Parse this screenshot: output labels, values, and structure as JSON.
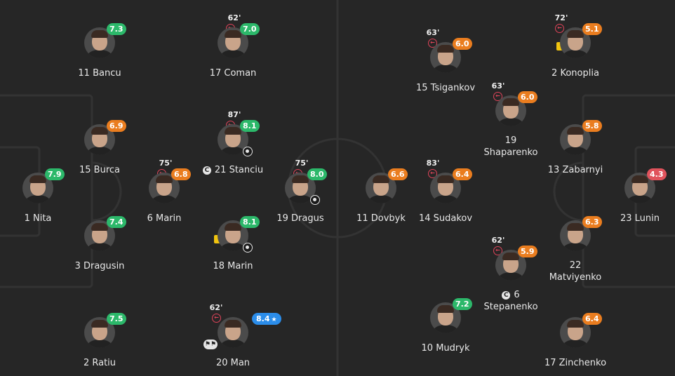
{
  "colors": {
    "green": "#2cb86a",
    "orange": "#ea7d1f",
    "blue": "#2b8dea",
    "red": "#e0535c",
    "pitch": "#262626",
    "lines": "#333333"
  },
  "players": [
    {
      "number": "11",
      "name": "Bancu",
      "rating": "7.3",
      "ratingColor": "green"
    },
    {
      "number": "17",
      "name": "Coman",
      "rating": "7.0",
      "ratingColor": "green",
      "minute": "62'",
      "subOff": true
    },
    {
      "number": "15",
      "name": "Burca",
      "rating": "6.9",
      "ratingColor": "orange"
    },
    {
      "number": "21",
      "name": "Stanciu",
      "rating": "8.1",
      "ratingColor": "green",
      "minute": "87'",
      "subOff": true,
      "goal": true,
      "captain": true
    },
    {
      "number": "1",
      "name": "Nita",
      "rating": "7.9",
      "ratingColor": "green"
    },
    {
      "number": "6",
      "name": "Marin",
      "rating": "6.8",
      "ratingColor": "orange",
      "minute": "75'",
      "subOff": true
    },
    {
      "number": "19",
      "name": "Dragus",
      "rating": "8.0",
      "ratingColor": "green",
      "minute": "75'",
      "subOff": true,
      "goal": true
    },
    {
      "number": "3",
      "name": "Dragusin",
      "rating": "7.4",
      "ratingColor": "green"
    },
    {
      "number": "18",
      "name": "Marin",
      "rating": "8.1",
      "ratingColor": "green",
      "yellow": true,
      "goal": true
    },
    {
      "number": "2",
      "name": "Ratiu",
      "rating": "7.5",
      "ratingColor": "green"
    },
    {
      "number": "20",
      "name": "Man",
      "rating": "8.4",
      "ratingColor": "blue",
      "minute": "62'",
      "subOff": true,
      "assist": true,
      "star": true
    },
    {
      "number": "15",
      "name": "Tsigankov",
      "rating": "6.0",
      "ratingColor": "orange",
      "minute": "63'",
      "subOff": true
    },
    {
      "number": "2",
      "name": "Konoplia",
      "rating": "5.1",
      "ratingColor": "orange",
      "minute": "72'",
      "subOff": true,
      "yellow": true
    },
    {
      "number": "19",
      "name": "Shaparenko",
      "rating": "6.0",
      "ratingColor": "orange",
      "minute": "63'",
      "subOff": true,
      "twoLine": true
    },
    {
      "number": "13",
      "name": "Zabarnyi",
      "rating": "5.8",
      "ratingColor": "orange"
    },
    {
      "number": "11",
      "name": "Dovbyk",
      "rating": "6.6",
      "ratingColor": "orange"
    },
    {
      "number": "14",
      "name": "Sudakov",
      "rating": "6.4",
      "ratingColor": "orange",
      "minute": "83'",
      "subOff": true
    },
    {
      "number": "23",
      "name": "Lunin",
      "rating": "4.3",
      "ratingColor": "red"
    },
    {
      "number": "22",
      "name": "Matviyenko",
      "rating": "6.3",
      "ratingColor": "orange",
      "twoLine": true
    },
    {
      "number": "6",
      "name": "Stepanenko",
      "rating": "5.9",
      "ratingColor": "orange",
      "minute": "62'",
      "subOff": true,
      "captain": true,
      "twoLine": true
    },
    {
      "number": "10",
      "name": "Mudryk",
      "rating": "7.2",
      "ratingColor": "green"
    },
    {
      "number": "17",
      "name": "Zinchenko",
      "rating": "6.4",
      "ratingColor": "orange"
    }
  ]
}
